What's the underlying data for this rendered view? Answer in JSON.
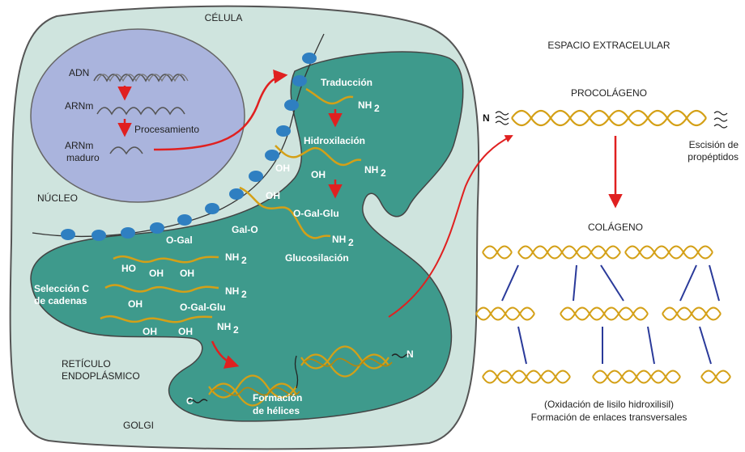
{
  "labels": {
    "cell": "CÉLULA",
    "extracellular": "ESPACIO EXTRACELULAR",
    "procollagen": "PROCOLÁGENO",
    "collagen": "COLÁGENO",
    "nucleus": "NÚCLEO",
    "er_line1": "RETÍCULO",
    "er_line2": "ENDOPLÁSMICO",
    "golgi": "GOLGI",
    "dna": "ADN",
    "mrna": "ARNm",
    "mature_mrna_1": "ARNm",
    "mature_mrna_2": "maduro",
    "processing": "Procesamiento",
    "translation": "Traducción",
    "hydroxylation": "Hidroxilación",
    "glycosylation": "Glucosilación",
    "chain_sel_1": "Selección C",
    "chain_sel_2": "de cadenas",
    "helix_1": "Formación",
    "helix_2": "de hélices",
    "cleavage_1": "Escisión de",
    "cleavage_2": "propéptidos",
    "crosslink_1": "(Oxidación de lisilo hidroxilisil)",
    "crosslink_2": "Formación de enlaces transversales",
    "nh2": "NH",
    "sub2": "2",
    "oh": "OH",
    "ho": "HO",
    "o_gal": "O-Gal",
    "gal_o": "Gal-O",
    "o_gal_glu": "O-Gal-Glu",
    "n_term": "N",
    "c_term": "C"
  },
  "colors": {
    "er_fill": "#3e9a8c",
    "cell_fill": "#cfe4de",
    "nucleus_fill": "#aab4dd",
    "ribosome": "#2f7fc1",
    "arrow": "#e02020",
    "chain": "#d4a017",
    "crosslink": "#2a3a9a"
  }
}
